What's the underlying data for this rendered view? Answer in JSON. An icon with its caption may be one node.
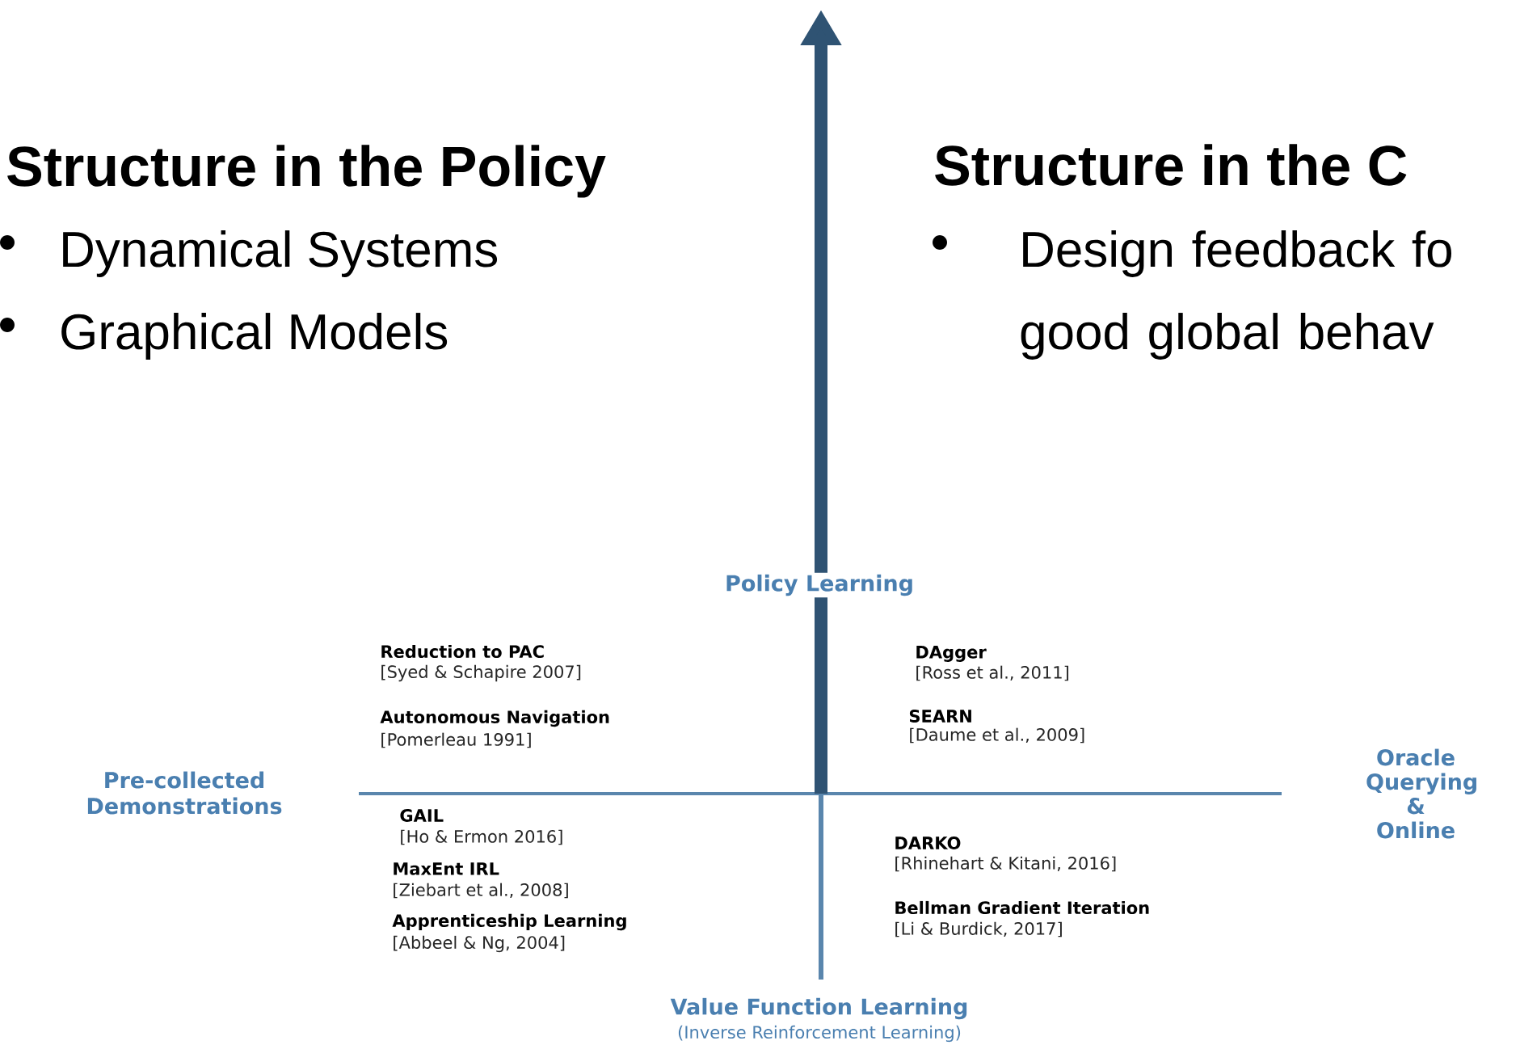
{
  "diagram": {
    "labels": [
      "Structure in the Policy",
      "Dynamical Systems",
      "Graphical Models",
      "Structure in the C",
      "Design feedback fo good global behav",
      "Policy Learning",
      "Reduction to PAC",
      "[Syed & Schapire 2007]",
      "Autonomous Navigation",
      "[Pomerleau 1991]",
      "DAgger",
      "[Ross et al., 2011]",
      "SEARN",
      "[Daume et al., 2009]",
      "Pre-collected Demonstrations",
      "Oracle Querying & Online",
      "GAIL",
      "[Ho & Ermon 2016]",
      "MaxEnt IRL",
      "[Ziebart et al., 2008]",
      "Apprenticeship Learning",
      "[Abbeel & Ng, 2004]",
      "DARKO",
      "[Rhinehart & Kitani, 2016]",
      "Bellman Gradient Iteration",
      "[Li & Burdick, 2017]",
      "Value Function Learning",
      "(Inverse Reinforcement Learning)"
    ]
  }
}
